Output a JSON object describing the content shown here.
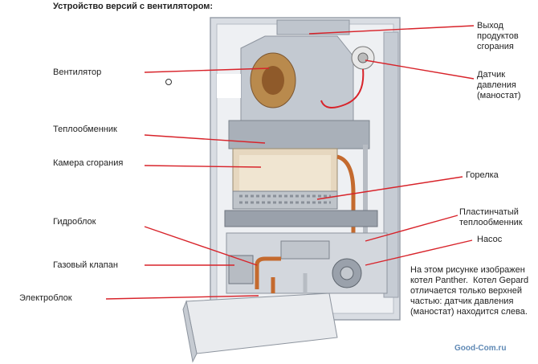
{
  "title": "Устройство версий с вентилятором:",
  "labels_left": {
    "fan": "Вентилятор",
    "heat_exchanger": "Теплообменник",
    "combustion_chamber": "Камера сгорания",
    "hydroblock": "Гидроблок",
    "gas_valve": "Газовый клапан",
    "electro_block": "Электроблок"
  },
  "labels_right": {
    "exhaust_line1": "Выход",
    "exhaust_line2": "продуктов",
    "exhaust_line3": "сгорания",
    "sensor_line1": "Датчик",
    "sensor_line2": "давления",
    "sensor_line3": "(маностат)",
    "burner": "Горелка",
    "plate_hx_line1": "Пластинчатый",
    "plate_hx_line2": "теплообменник",
    "pump": "Насос"
  },
  "note": "На этом рисунке изображен\nкотел Panther.  Котел Gepard\nотличается только верхней\nчастью: датчик давления\n(маностат) находится слева.",
  "watermark": "Good-Com.ru",
  "colors": {
    "leader": "#d8232a",
    "casing": "#c9ced6",
    "copper": "#c46a2e"
  }
}
